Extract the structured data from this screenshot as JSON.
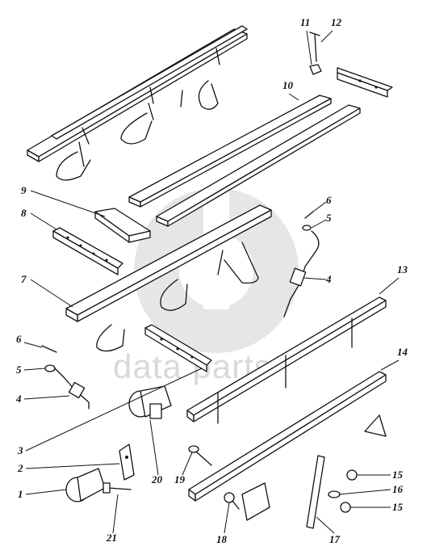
{
  "watermark": {
    "text": "data parts",
    "color": "#d9d9d9"
  },
  "callouts": [
    {
      "id": "c12",
      "label": "12"
    },
    {
      "id": "c11",
      "label": "11"
    },
    {
      "id": "c10",
      "label": "10"
    },
    {
      "id": "c9",
      "label": "9"
    },
    {
      "id": "c8",
      "label": "8"
    },
    {
      "id": "c6a",
      "label": "6"
    },
    {
      "id": "c5a",
      "label": "5"
    },
    {
      "id": "c4a",
      "label": "4"
    },
    {
      "id": "c7",
      "label": "7"
    },
    {
      "id": "c13",
      "label": "13"
    },
    {
      "id": "c6b",
      "label": "6"
    },
    {
      "id": "c5b",
      "label": "5"
    },
    {
      "id": "c14",
      "label": "14"
    },
    {
      "id": "c4b",
      "label": "4"
    },
    {
      "id": "c3",
      "label": "3"
    },
    {
      "id": "c2",
      "label": "2"
    },
    {
      "id": "c20",
      "label": "20"
    },
    {
      "id": "c19",
      "label": "19"
    },
    {
      "id": "c15a",
      "label": "15"
    },
    {
      "id": "c16",
      "label": "16"
    },
    {
      "id": "c1",
      "label": "1"
    },
    {
      "id": "c15b",
      "label": "15"
    },
    {
      "id": "c21",
      "label": "21"
    },
    {
      "id": "c18",
      "label": "18"
    },
    {
      "id": "c17",
      "label": "17"
    }
  ]
}
